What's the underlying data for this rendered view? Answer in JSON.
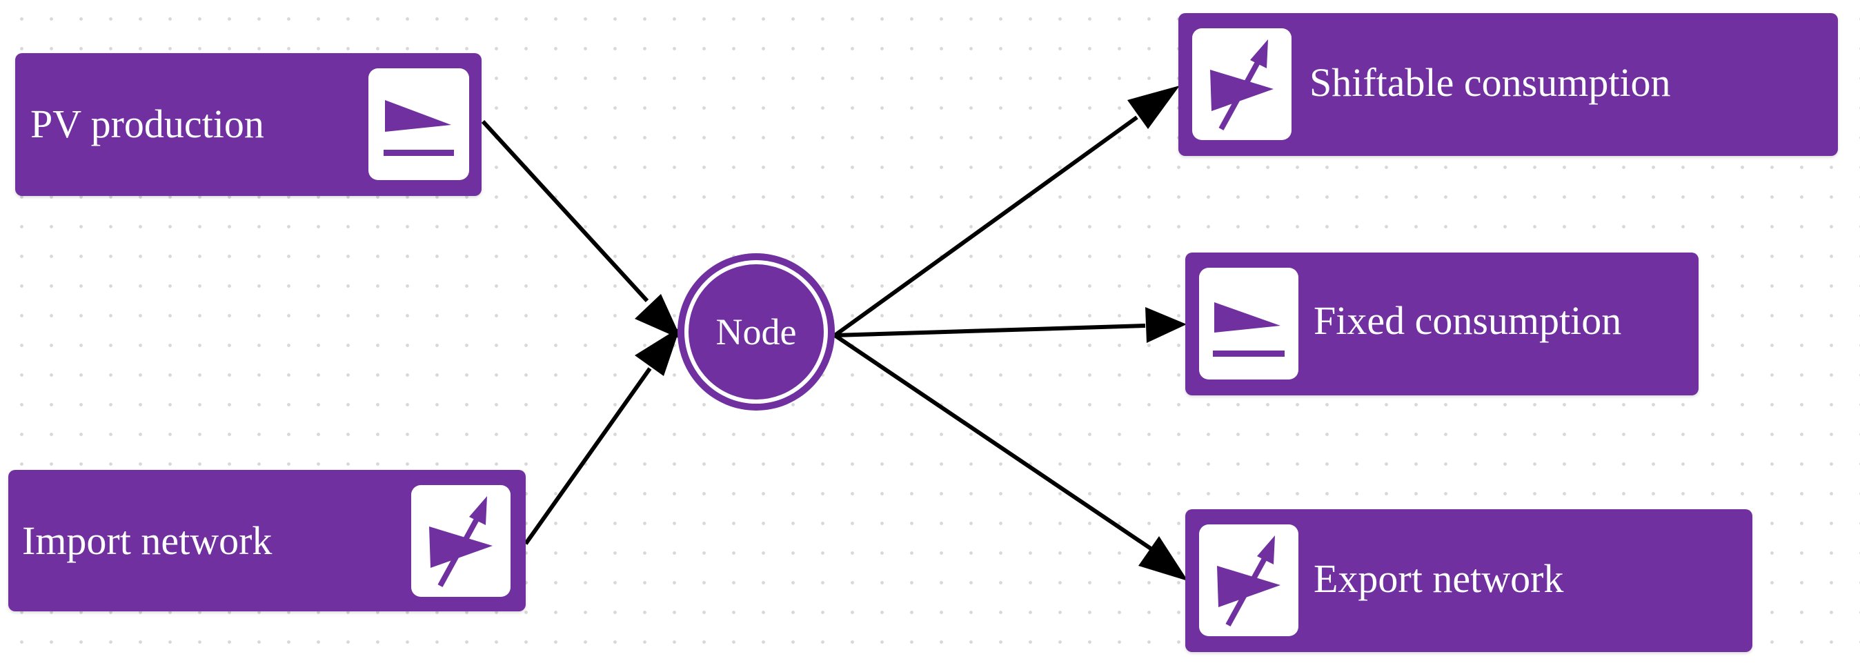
{
  "colors": {
    "block": "#7030A0",
    "icon_bg": "#ffffff",
    "edge": "#000000"
  },
  "hub": {
    "label": "Node"
  },
  "sources": [
    {
      "label": "PV production",
      "icon": "fixed-flow-icon"
    },
    {
      "label": "Import network",
      "icon": "controllable-flow-icon"
    }
  ],
  "sinks": [
    {
      "label": "Shiftable consumption",
      "icon": "controllable-flow-icon"
    },
    {
      "label": "Fixed consumption",
      "icon": "fixed-flow-icon"
    },
    {
      "label": "Export network",
      "icon": "controllable-flow-icon"
    }
  ]
}
